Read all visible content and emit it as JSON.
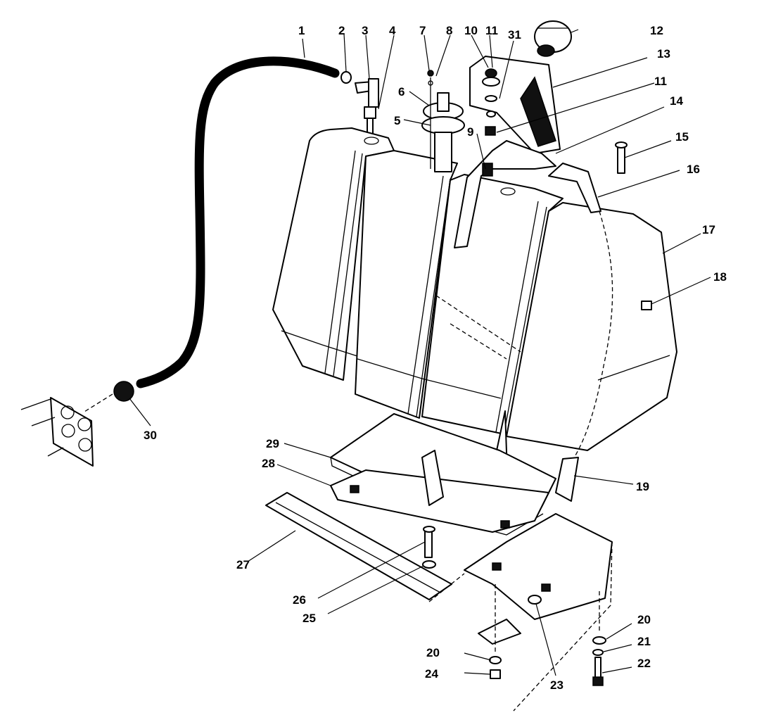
{
  "callouts": [
    {
      "id": "c1",
      "label": "1"
    },
    {
      "id": "c2",
      "label": "2"
    },
    {
      "id": "c3",
      "label": "3"
    },
    {
      "id": "c4",
      "label": "4"
    },
    {
      "id": "c5",
      "label": "5"
    },
    {
      "id": "c6",
      "label": "6"
    },
    {
      "id": "c7",
      "label": "7"
    },
    {
      "id": "c8",
      "label": "8"
    },
    {
      "id": "c9",
      "label": "9"
    },
    {
      "id": "c10",
      "label": "10"
    },
    {
      "id": "c11a",
      "label": "11"
    },
    {
      "id": "c11b",
      "label": "11"
    },
    {
      "id": "c12",
      "label": "12"
    },
    {
      "id": "c13",
      "label": "13"
    },
    {
      "id": "c14",
      "label": "14"
    },
    {
      "id": "c15",
      "label": "15"
    },
    {
      "id": "c16",
      "label": "16"
    },
    {
      "id": "c17",
      "label": "17"
    },
    {
      "id": "c18",
      "label": "18"
    },
    {
      "id": "c19",
      "label": "19"
    },
    {
      "id": "c20a",
      "label": "20"
    },
    {
      "id": "c20b",
      "label": "20"
    },
    {
      "id": "c21",
      "label": "21"
    },
    {
      "id": "c22",
      "label": "22"
    },
    {
      "id": "c23",
      "label": "23"
    },
    {
      "id": "c24",
      "label": "24"
    },
    {
      "id": "c25",
      "label": "25"
    },
    {
      "id": "c26",
      "label": "26"
    },
    {
      "id": "c27",
      "label": "27"
    },
    {
      "id": "c28",
      "label": "28"
    },
    {
      "id": "c29",
      "label": "29"
    },
    {
      "id": "c30",
      "label": "30"
    },
    {
      "id": "c31",
      "label": "31"
    }
  ]
}
